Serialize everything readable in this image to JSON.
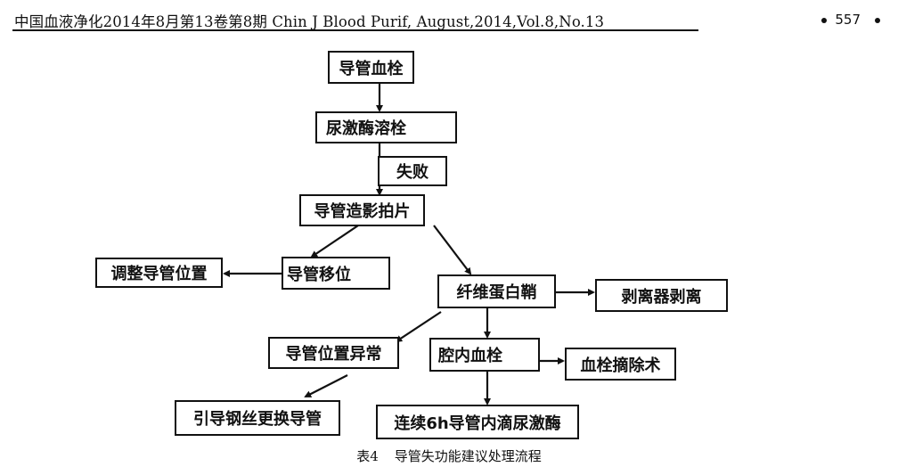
{
  "header": {
    "journal": "中国血液净化2014年8月第13卷第8期 Chin J Blood Purif, August,2014,Vol.8,No.13",
    "page_number": "557"
  },
  "flowchart": {
    "nodes": {
      "catheter_thrombus": "导管血栓",
      "urokinase_lysis": "尿激酶溶栓",
      "failure": "失败",
      "catheter_angiography": "导管造影拍片",
      "catheter_displacement": "导管移位",
      "adjust_position": "调整导管位置",
      "fibrin_sheath": "纤维蛋白鞘",
      "stripping_device": "剥离器剥离",
      "abnormal_position": "导管位置异常",
      "intraluminal_thrombus": "腔内血栓",
      "thrombectomy": "血栓摘除术",
      "guidewire_exchange": "引导钢丝更换导管",
      "continuous_infusion": "连续6h导管内滴尿激酶"
    }
  },
  "caption": {
    "number": "表4",
    "title": "导管失功能建议处理流程"
  }
}
